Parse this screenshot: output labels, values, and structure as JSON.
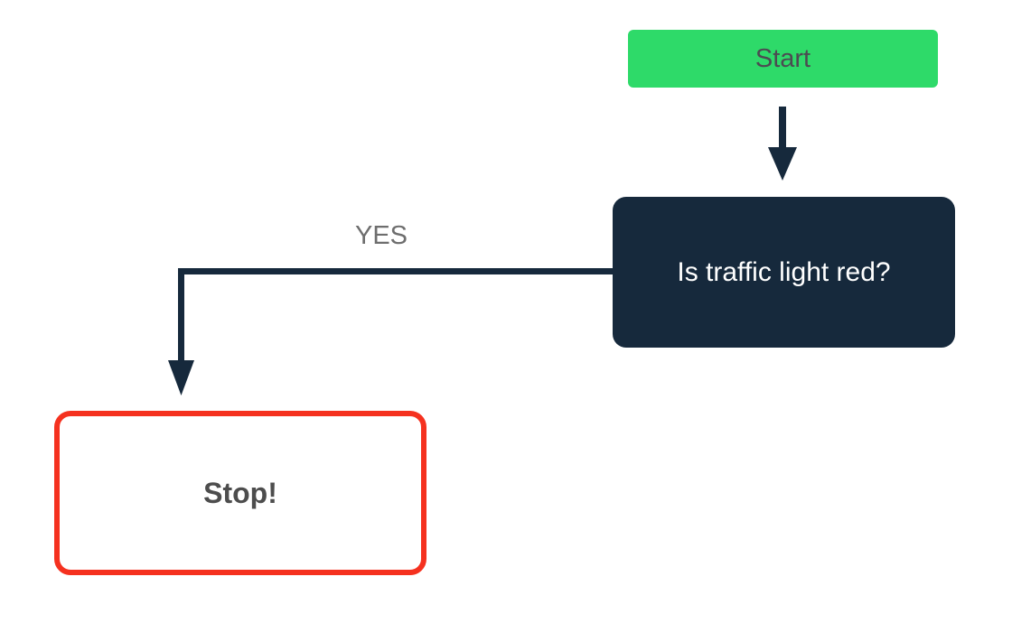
{
  "diagram": {
    "nodes": {
      "start": {
        "label": "Start"
      },
      "decision": {
        "label": "Is traffic light red?"
      },
      "stop": {
        "label": "Stop!"
      }
    },
    "edges": {
      "yes": {
        "label": "YES"
      }
    }
  },
  "colors": {
    "background": "#ffffff",
    "start-fill": "#2eda69",
    "start-text": "#4c4b52",
    "decision-fill": "#16293c",
    "decision-text": "#ffffff",
    "stop-border": "#f5311f",
    "stop-text": "#4d4d4d",
    "connector": "#16293c",
    "edge-label-text": "#6e6e6e"
  }
}
